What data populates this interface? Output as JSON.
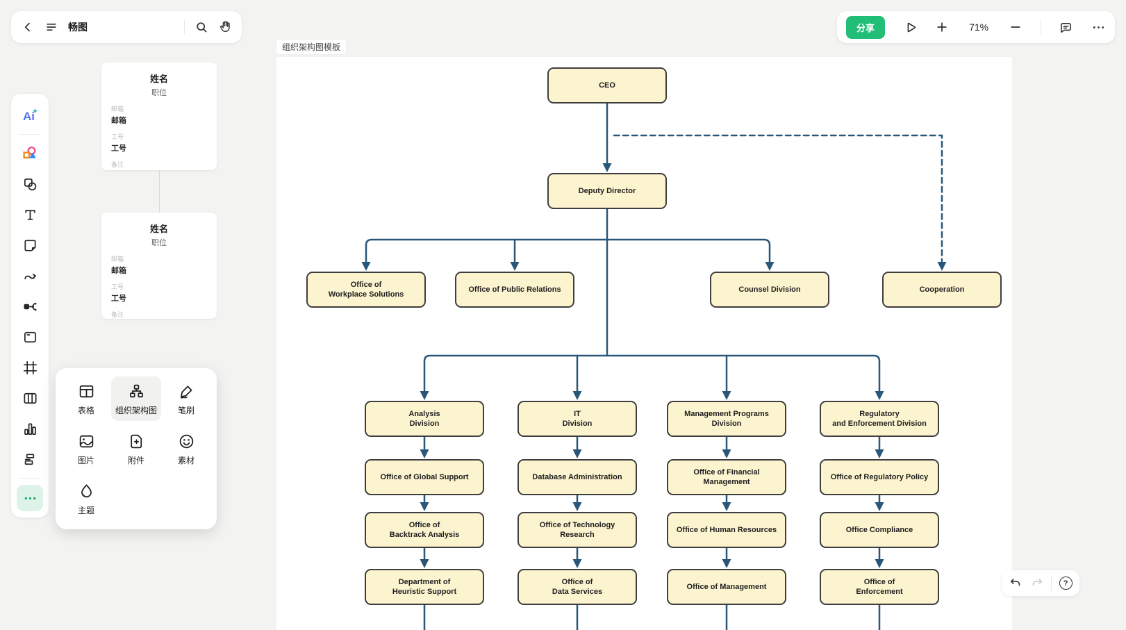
{
  "app": {
    "title": "畅图"
  },
  "topbar_right": {
    "share_label": "分享",
    "zoom_level": "71%"
  },
  "colors": {
    "accent_green": "#22be77",
    "connector_blue": "#2a5778",
    "node_fill": "#fcf3cf",
    "node_border": "#3e3e3e",
    "more_button_mint": "#ddf3e8"
  },
  "sidebar": {
    "icons": [
      "ai-assistant",
      "shapes-library",
      "shape-tool",
      "text-tool",
      "sticky-note",
      "connector",
      "mind-map",
      "card",
      "frame",
      "table",
      "bar-chart",
      "layout",
      "more"
    ]
  },
  "tools_popup": {
    "items": [
      {
        "label": "表格",
        "icon": "table-icon"
      },
      {
        "label": "组织架构图",
        "icon": "org-chart-icon",
        "selected": true
      },
      {
        "label": "笔刷",
        "icon": "brush-icon"
      },
      {
        "label": "图片",
        "icon": "image-icon"
      },
      {
        "label": "附件",
        "icon": "attachment-icon"
      },
      {
        "label": "素材",
        "icon": "sticker-icon"
      },
      {
        "label": "主题",
        "icon": "theme-icon"
      }
    ]
  },
  "template_card": {
    "name": "姓名",
    "title": "职位",
    "fields": [
      {
        "label": "邮箱",
        "value": "邮箱"
      },
      {
        "label": "工号",
        "value": "工号"
      },
      {
        "label": "备注",
        "value": "备注"
      }
    ]
  },
  "canvas": {
    "title": "组织架构图模板"
  },
  "orgchart": {
    "nodes": {
      "ceo": "CEO",
      "deputy": "Deputy Director",
      "workplace": "Office of\nWorkplace Solutions",
      "public_relations": "Office of Public Relations",
      "counsel": "Counsel Division",
      "cooperation": "Cooperation",
      "analysis": "Analysis\nDivision",
      "it": "IT\nDivision",
      "management_programs": "Management Programs\nDivision",
      "regulatory": "Regulatory\nand Enforcement Division",
      "global_support": "Office of Global Support",
      "database_admin": "Database Administration",
      "financial": "Office of Financial\nManagement",
      "regulatory_policy": "Office of Regulatory Policy",
      "backtrack": "Office of\nBacktrack Analysis",
      "technology_research": "Office of Technology\nResearch",
      "human_resources": "Office of Human Resources",
      "compliance": "Office Compliance",
      "heuristic": "Department of\nHeuristic Support",
      "data_services": "Office of\nData Services",
      "management": "Office of Management",
      "enforcement": "Office of\nEnforcement"
    }
  },
  "footer": {
    "help_label": "?"
  }
}
